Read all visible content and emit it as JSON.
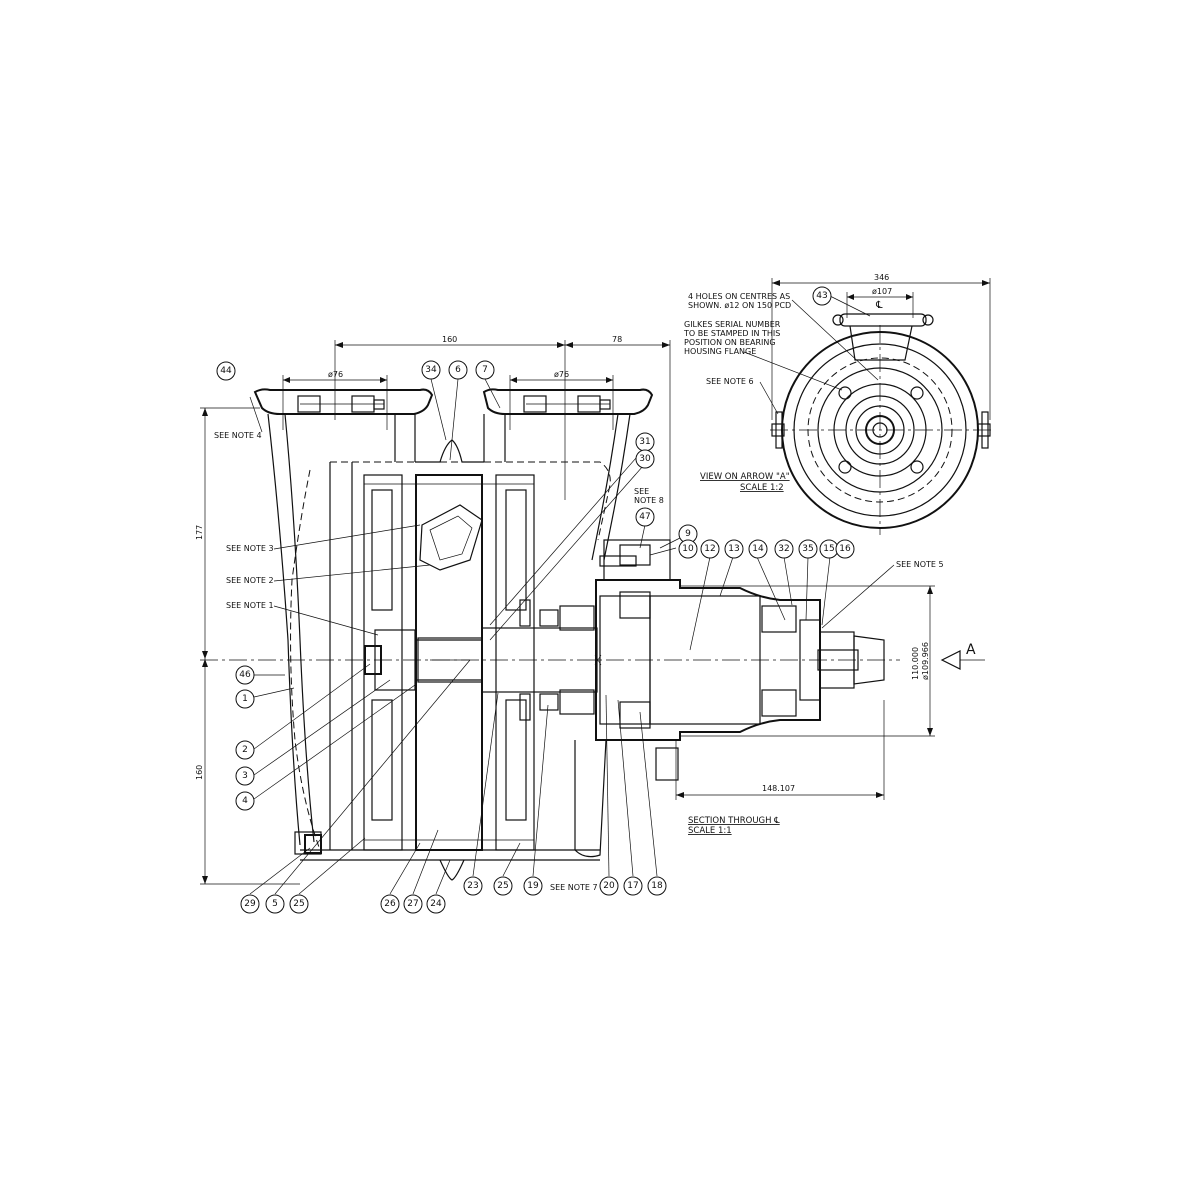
{
  "dimensions": {
    "d160_top": "160",
    "d78": "78",
    "d76_left": "ø76",
    "d76_right": "ø76",
    "d177": "177",
    "d160_side": "160",
    "d110": "110.000",
    "d109": "ø109.966",
    "d148": "148.107",
    "d346": "346",
    "d107": "ø107"
  },
  "notes": {
    "note4": "SEE NOTE 4",
    "note3": "SEE NOTE 3",
    "note2": "SEE NOTE 2",
    "note1": "SEE NOTE 1",
    "note8_line1": "SEE",
    "note8_line2": "NOTE 8",
    "note5": "SEE NOTE 5",
    "note7": "SEE NOTE 7",
    "note6": "SEE NOTE 6",
    "holes_line1": "4 HOLES ON CENTRES AS",
    "holes_line2": "SHOWN. ø12 ON 150 PCD",
    "serial_line1": "GILKES SERIAL NUMBER",
    "serial_line2": "TO BE STAMPED IN THIS",
    "serial_line3": "POSITION ON BEARING",
    "serial_line4": "HOUSING FLANGE"
  },
  "views": {
    "section_title": "SECTION THROUGH ℄",
    "section_scale": "SCALE 1:1",
    "arrow_title": "VIEW ON ARROW \"A\"",
    "arrow_scale": "SCALE 1:2",
    "arrow_label": "A",
    "cl_symbol": "℄"
  },
  "balloons": [
    {
      "id": "b44",
      "label": "44"
    },
    {
      "id": "b34",
      "label": "34"
    },
    {
      "id": "b6",
      "label": "6"
    },
    {
      "id": "b7",
      "label": "7"
    },
    {
      "id": "b31",
      "label": "31"
    },
    {
      "id": "b30",
      "label": "30"
    },
    {
      "id": "b47",
      "label": "47"
    },
    {
      "id": "b9",
      "label": "9"
    },
    {
      "id": "b10",
      "label": "10"
    },
    {
      "id": "b12",
      "label": "12"
    },
    {
      "id": "b13",
      "label": "13"
    },
    {
      "id": "b14",
      "label": "14"
    },
    {
      "id": "b32",
      "label": "32"
    },
    {
      "id": "b35",
      "label": "35"
    },
    {
      "id": "b15",
      "label": "15"
    },
    {
      "id": "b16",
      "label": "16"
    },
    {
      "id": "b46",
      "label": "46"
    },
    {
      "id": "b1",
      "label": "1"
    },
    {
      "id": "b2",
      "label": "2"
    },
    {
      "id": "b3",
      "label": "3"
    },
    {
      "id": "b4",
      "label": "4"
    },
    {
      "id": "b29",
      "label": "29"
    },
    {
      "id": "b5",
      "label": "5"
    },
    {
      "id": "b25a",
      "label": "25"
    },
    {
      "id": "b26",
      "label": "26"
    },
    {
      "id": "b27",
      "label": "27"
    },
    {
      "id": "b24",
      "label": "24"
    },
    {
      "id": "b23",
      "label": "23"
    },
    {
      "id": "b25b",
      "label": "25"
    },
    {
      "id": "b19",
      "label": "19"
    },
    {
      "id": "b20",
      "label": "20"
    },
    {
      "id": "b17",
      "label": "17"
    },
    {
      "id": "b18",
      "label": "18"
    },
    {
      "id": "b43",
      "label": "43"
    }
  ]
}
